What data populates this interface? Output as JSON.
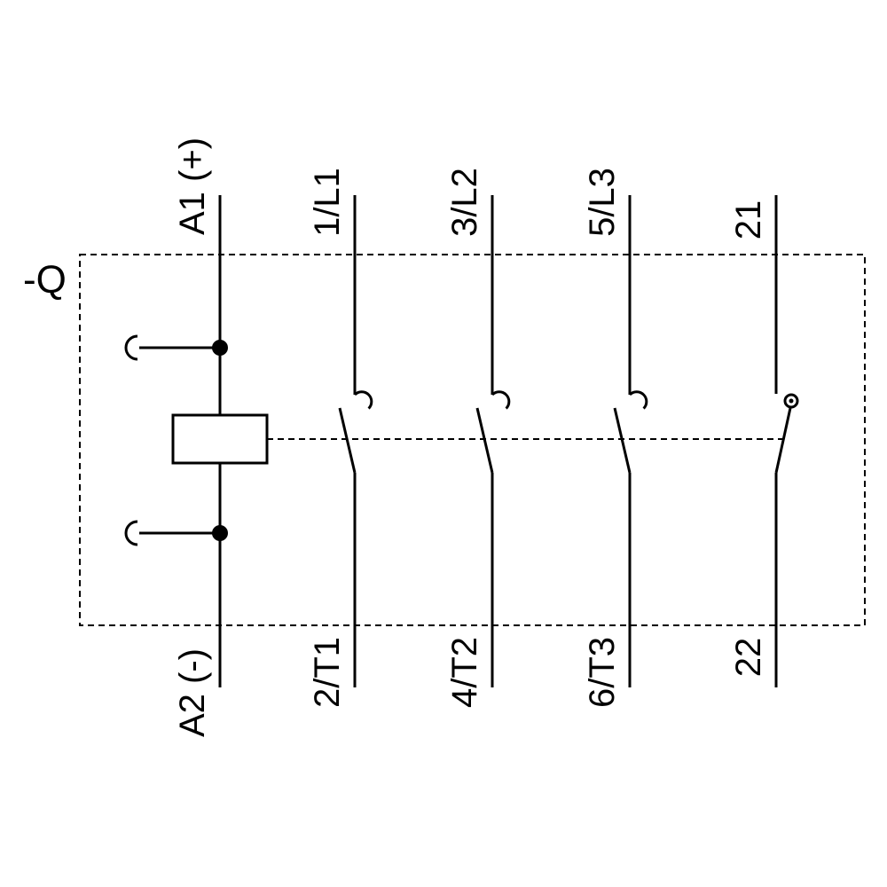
{
  "colors": {
    "line": "#000000",
    "background": "#ffffff"
  },
  "diagram": {
    "designator": "-Q",
    "coil": {
      "top_label": "A1 (+)",
      "bottom_label": "A2 (-)"
    },
    "poles": [
      {
        "top_label": "1/L1",
        "bottom_label": "2/T1"
      },
      {
        "top_label": "3/L2",
        "bottom_label": "4/T2"
      },
      {
        "top_label": "5/L3",
        "bottom_label": "6/T3"
      }
    ],
    "aux_contact": {
      "top_label": "21",
      "bottom_label": "22"
    }
  }
}
